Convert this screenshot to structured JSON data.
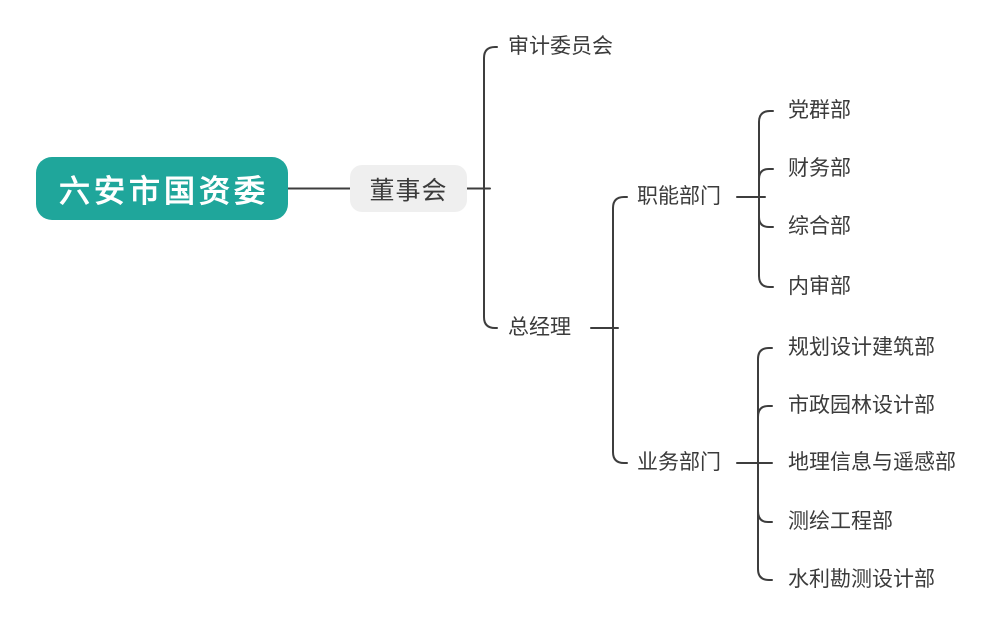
{
  "palette": {
    "canvas_bg": "#FFFFFF",
    "root_bg": "#1FA69B",
    "root_text": "#FFFFFF",
    "board_bg": "#EFEFEF",
    "line": "#3D3D3D",
    "text": "#3B3B3B"
  },
  "nodes": {
    "root": "六安市国资委",
    "board": "董事会",
    "audit": "审计委员会",
    "gm": "总经理",
    "functional": "职能部门",
    "functional_children": [
      "党群部",
      "财务部",
      "综合部",
      "内审部"
    ],
    "business": "业务部门",
    "business_children": [
      "规划设计建筑部",
      "市政园林设计部",
      "地理信息与遥感部",
      "测绘工程部",
      "水利勘测设计部"
    ]
  }
}
